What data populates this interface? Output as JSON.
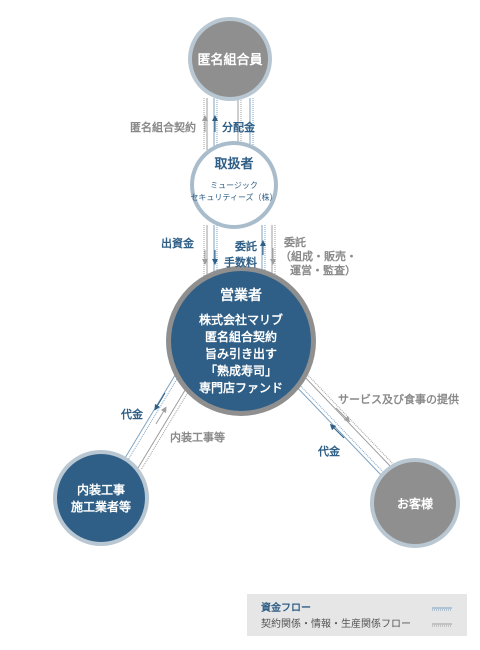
{
  "nodes": {
    "investors": {
      "label": "匿名組合員",
      "color": "#8f8f8f",
      "ring": "#b8c7d2"
    },
    "handler": {
      "title": "取扱者",
      "lines": [
        "ミュージック",
        "セキュリティーズ（株）"
      ],
      "color": "#ffffff",
      "ring": "#a9bccb"
    },
    "operator": {
      "title": "営業者",
      "lines": [
        "株式会社マリブ",
        "匿名組合契約",
        "旨み引き出す",
        "「熟成寿司」",
        "専門店ファンド"
      ],
      "color": "#2f5f86",
      "ring": "#8f8f8f"
    },
    "contractor": {
      "lines": [
        "内装工事",
        "施工業者等"
      ],
      "color": "#2f5f86",
      "ring": "#b8c7d2"
    },
    "customer": {
      "label": "お客様",
      "color": "#8f8f8f",
      "ring": "#b8c7d2"
    }
  },
  "labels": {
    "investor_contract": "匿名組合契約",
    "distribution": "分配金",
    "contribution": "出資金",
    "commission": [
      "委託",
      "手数料"
    ],
    "consignment": [
      "委託",
      "（組成・販売・",
      "運営・監査）"
    ],
    "payment_left": "代金",
    "interior_work": "内装工事等",
    "service": "サービス及び食事の提供",
    "payment_right": "代金"
  },
  "legend": {
    "money_flow": "資金フロー",
    "info_flow": "契約関係・情報・生産関係フロー"
  },
  "colors": {
    "blue": "#2f5f86",
    "gray": "#8f8f8f",
    "line_blue": "#7fa3c0",
    "line_gray": "#9e9e9e"
  }
}
